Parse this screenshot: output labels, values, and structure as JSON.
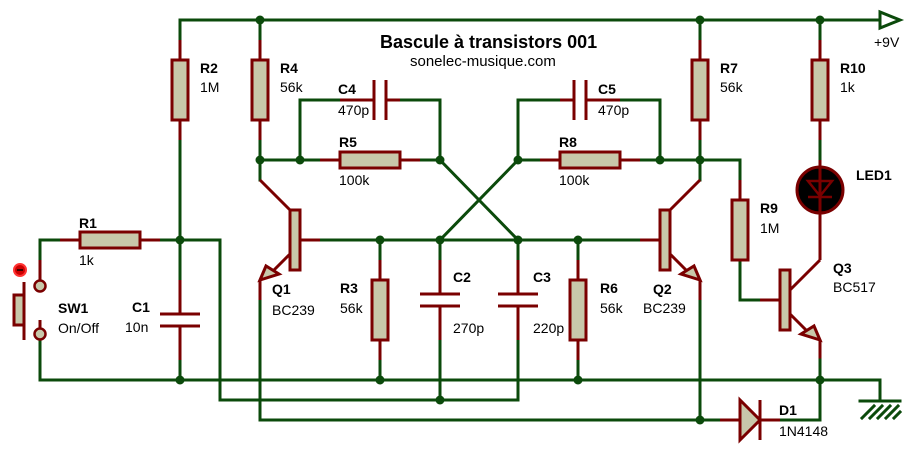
{
  "title": "Bascule à transistors 001",
  "subtitle": "sonelec-musique.com",
  "supply_label": "+9V",
  "colors": {
    "wire": "#0b4a0b",
    "lead": "#7a0000",
    "body": "#c8c8aa",
    "led": "#000000"
  },
  "components": {
    "R1": {
      "ref": "R1",
      "value": "1k"
    },
    "R2": {
      "ref": "R2",
      "value": "1M"
    },
    "R3": {
      "ref": "R3",
      "value": "56k"
    },
    "R4": {
      "ref": "R4",
      "value": "56k"
    },
    "R5": {
      "ref": "R5",
      "value": "100k"
    },
    "R6": {
      "ref": "R6",
      "value": "56k"
    },
    "R7": {
      "ref": "R7",
      "value": "56k"
    },
    "R8": {
      "ref": "R8",
      "value": "100k"
    },
    "R9": {
      "ref": "R9",
      "value": "1M"
    },
    "R10": {
      "ref": "R10",
      "value": "1k"
    },
    "C1": {
      "ref": "C1",
      "value": "10n"
    },
    "C2": {
      "ref": "C2",
      "value": "270p"
    },
    "C3": {
      "ref": "C3",
      "value": "220p"
    },
    "C4": {
      "ref": "C4",
      "value": "470p"
    },
    "C5": {
      "ref": "C5",
      "value": "470p"
    },
    "Q1": {
      "ref": "Q1",
      "value": "BC239"
    },
    "Q2": {
      "ref": "Q2",
      "value": "BC239"
    },
    "Q3": {
      "ref": "Q3",
      "value": "BC517"
    },
    "D1": {
      "ref": "D1",
      "value": "1N4148"
    },
    "LED1": {
      "ref": "LED1",
      "value": ""
    },
    "SW1": {
      "ref": "SW1",
      "value": "On/Off"
    }
  }
}
